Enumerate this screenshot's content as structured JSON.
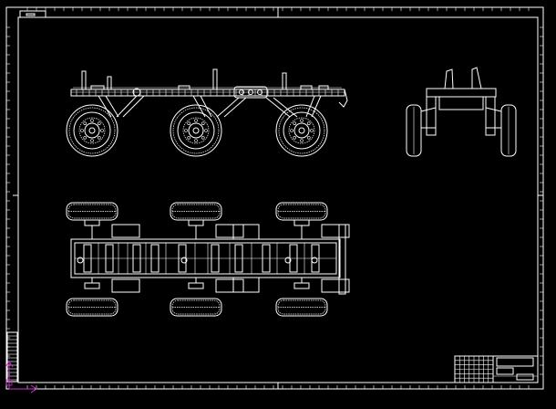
{
  "colors": {
    "background": "#000000",
    "lines": "#ffffff",
    "ucs_icon": "#cc33cc"
  },
  "views": {
    "side_view": "side-elevation",
    "end_view": "end-elevation",
    "plan_view": "plan-view"
  },
  "title_block": {
    "rows": 6,
    "columns": 8
  },
  "icons": [
    "ucs-axis-icon"
  ]
}
